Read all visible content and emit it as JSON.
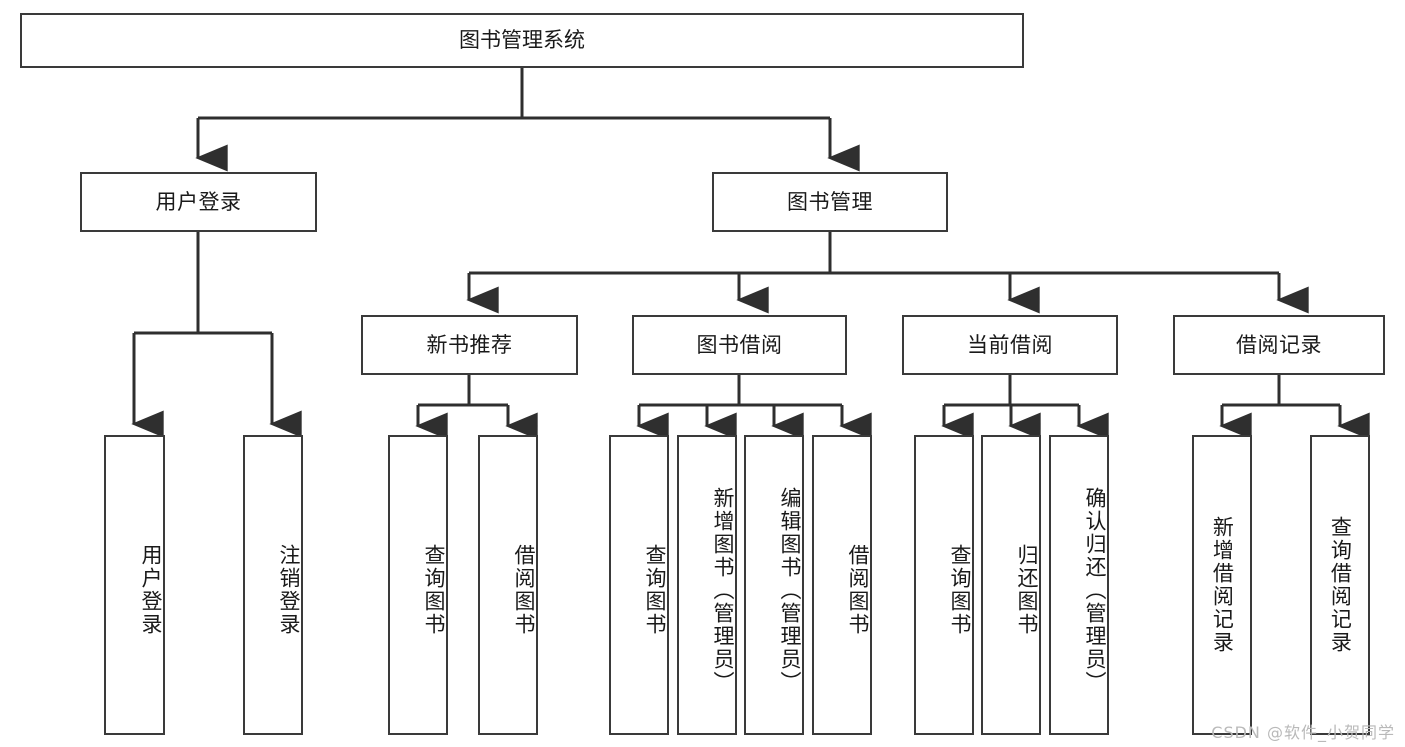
{
  "diagram": {
    "type": "tree-hierarchy-chart",
    "title": "图书管理系统",
    "line_color": "#3a3a3a",
    "box_fill": "#ffffff",
    "text_color": "#1a1a1a",
    "watermark": "CSDN @软件_小贺同学"
  },
  "nodes": {
    "root": {
      "label": "图书管理系统"
    },
    "level2": [
      {
        "id": "user-login",
        "label": "用户登录"
      },
      {
        "id": "book-manage",
        "label": "图书管理"
      }
    ],
    "level3": [
      {
        "id": "new-book-recommend",
        "label": "新书推荐"
      },
      {
        "id": "book-borrow",
        "label": "图书借阅"
      },
      {
        "id": "current-borrow",
        "label": "当前借阅"
      },
      {
        "id": "borrow-record",
        "label": "借阅记录"
      }
    ],
    "leaves": {
      "user_login": [
        {
          "id": "leaf-user-login",
          "label": "用户登录"
        },
        {
          "id": "leaf-logout-login",
          "label": "注销登录"
        }
      ],
      "new_book_recommend": [
        {
          "id": "leaf-query-book-1",
          "label": "查询图书"
        },
        {
          "id": "leaf-borrow-book-1",
          "label": "借阅图书"
        }
      ],
      "book_borrow": [
        {
          "id": "leaf-query-book-2",
          "label": "查询图书"
        },
        {
          "id": "leaf-add-book",
          "label": "新增图书（管理员）"
        },
        {
          "id": "leaf-edit-book",
          "label": "编辑图书（管理员）"
        },
        {
          "id": "leaf-borrow-book-2",
          "label": "借阅图书"
        }
      ],
      "current_borrow": [
        {
          "id": "leaf-query-book-3",
          "label": "查询图书"
        },
        {
          "id": "leaf-return-book",
          "label": "归还图书"
        },
        {
          "id": "leaf-confirm-return",
          "label": "确认归还（管理员）"
        }
      ],
      "borrow_record": [
        {
          "id": "leaf-add-record",
          "label": "新增借阅记录"
        },
        {
          "id": "leaf-query-record",
          "label": "查询借阅记录"
        }
      ]
    }
  }
}
